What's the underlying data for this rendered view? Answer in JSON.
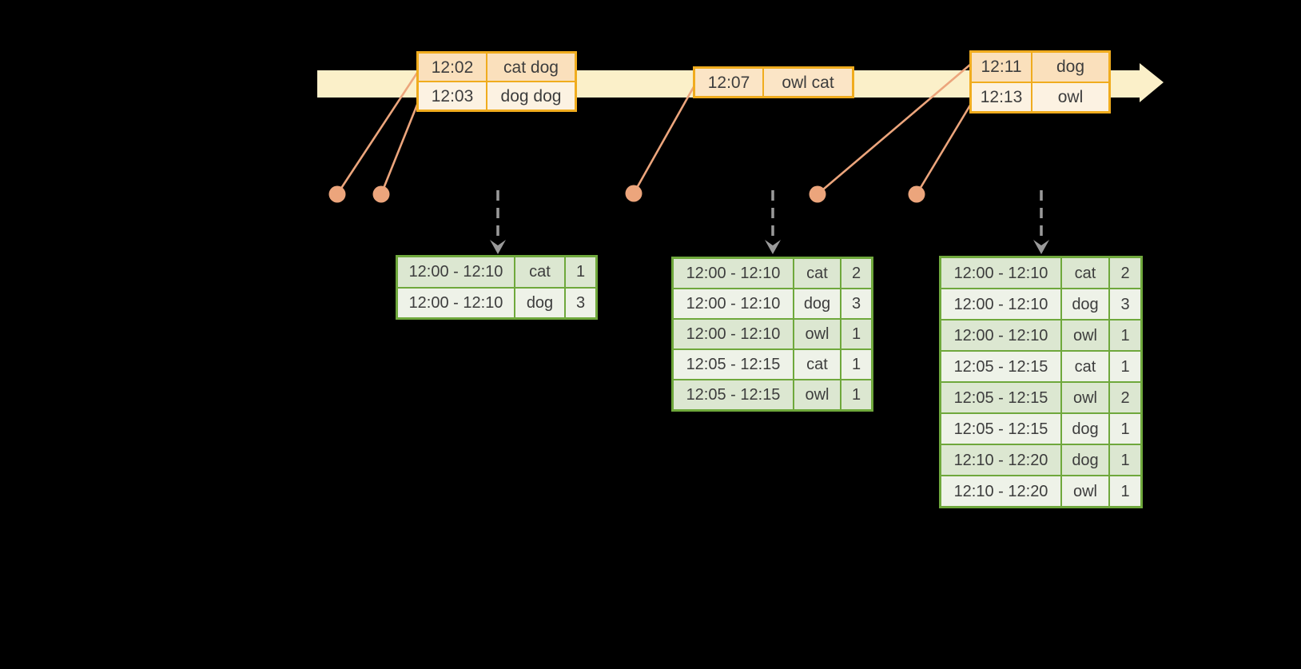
{
  "colors": {
    "background": "#000000",
    "band": "#FBF0C9",
    "event-border": "#F0AC1E",
    "event-row-dark": "#FAE0BC",
    "event-row-light": "#FCF2E2",
    "event-row-mid": "#FBE5C6",
    "connector": "#ECA57C",
    "result-border": "#6FA83C",
    "result-row-dark": "#DCE7D1",
    "result-row-light": "#EEF2E8",
    "dashed-arrow": "#9A9A9A",
    "text": "#3D3D3D"
  },
  "icons": {
    "timeline_arrow": "right-arrow-band",
    "event_marker": "dot",
    "trigger_arrow": "dashed-down-arrow"
  },
  "event_tables": [
    {
      "rows": [
        {
          "time": "12:02",
          "words": "cat dog"
        },
        {
          "time": "12:03",
          "words": "dog dog"
        }
      ]
    },
    {
      "rows": [
        {
          "time": "12:07",
          "words": "owl cat"
        }
      ]
    },
    {
      "rows": [
        {
          "time": "12:11",
          "words": "dog"
        },
        {
          "time": "12:13",
          "words": "owl"
        }
      ]
    }
  ],
  "result_tables": [
    {
      "rows": [
        [
          "12:00 - 12:10",
          "cat",
          "1"
        ],
        [
          "12:00 - 12:10",
          "dog",
          "3"
        ]
      ]
    },
    {
      "rows": [
        [
          "12:00 - 12:10",
          "cat",
          "2"
        ],
        [
          "12:00 - 12:10",
          "dog",
          "3"
        ],
        [
          "12:00 - 12:10",
          "owl",
          "1"
        ],
        [
          "12:05 - 12:15",
          "cat",
          "1"
        ],
        [
          "12:05 - 12:15",
          "owl",
          "1"
        ]
      ]
    },
    {
      "rows": [
        [
          "12:00 - 12:10",
          "cat",
          "2"
        ],
        [
          "12:00 - 12:10",
          "dog",
          "3"
        ],
        [
          "12:00 - 12:10",
          "owl",
          "1"
        ],
        [
          "12:05 - 12:15",
          "cat",
          "1"
        ],
        [
          "12:05 - 12:15",
          "owl",
          "2"
        ],
        [
          "12:05 - 12:15",
          "dog",
          "1"
        ],
        [
          "12:10 - 12:20",
          "dog",
          "1"
        ],
        [
          "12:10 - 12:20",
          "owl",
          "1"
        ]
      ]
    }
  ]
}
